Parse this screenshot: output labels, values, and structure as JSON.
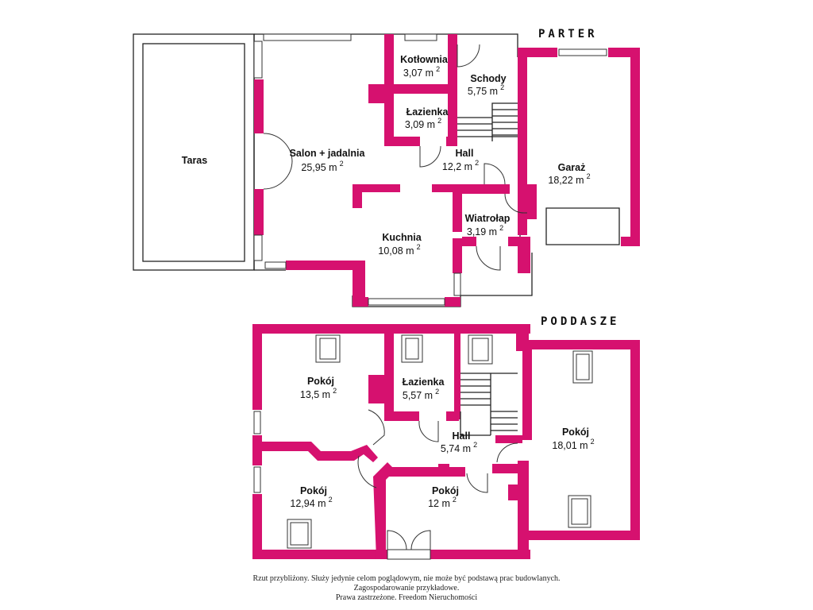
{
  "floors": {
    "parter": {
      "title": "PARTER",
      "rooms": {
        "taras": {
          "name": "Taras",
          "area": ""
        },
        "salon": {
          "name": "Salon + jadalnia",
          "area": "25,95 m"
        },
        "kotlownia": {
          "name": "Kotłownia",
          "area": "3,07 m"
        },
        "schody": {
          "name": "Schody",
          "area": "5,75 m"
        },
        "lazienka": {
          "name": "Łazienka",
          "area": "3,09 m"
        },
        "hall": {
          "name": "Hall",
          "area": "12,2 m"
        },
        "garaz": {
          "name": "Garaż",
          "area": "18,22 m"
        },
        "wiatrolap": {
          "name": "Wiatrołap",
          "area": "3,19 m"
        },
        "kuchnia": {
          "name": "Kuchnia",
          "area": "10,08 m"
        }
      }
    },
    "poddasze": {
      "title": "PODDASZE",
      "rooms": {
        "pokoj1": {
          "name": "Pokój",
          "area": "13,5 m"
        },
        "lazienka": {
          "name": "Łazienka",
          "area": "5,57 m"
        },
        "hall": {
          "name": "Hall",
          "area": "5,74 m"
        },
        "pokoj4": {
          "name": "Pokój",
          "area": "18,01 m"
        },
        "pokoj2": {
          "name": "Pokój",
          "area": "12,94 m"
        },
        "pokoj3": {
          "name": "Pokój",
          "area": "12 m"
        }
      }
    }
  },
  "unit_exponent": "2",
  "footer": {
    "line1": "Rzut przybliżony. Służy jedynie celom poglądowym, nie może być podstawą prac budowlanych.",
    "line2": "Zagospodarowanie przykładowe.",
    "line3": "Prawa zastrzeżone. Freedom Nieruchomości"
  },
  "colors": {
    "wall": "#d6116f",
    "line": "#222222",
    "background": "#ffffff"
  }
}
